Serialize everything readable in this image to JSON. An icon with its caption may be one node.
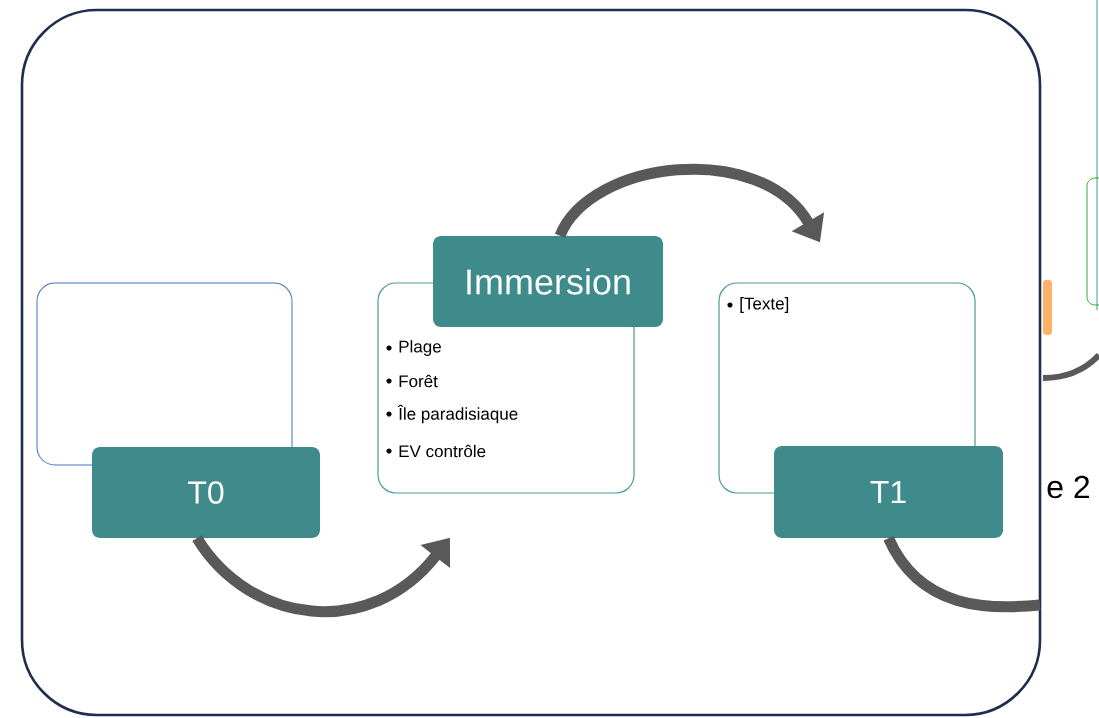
{
  "diagram": {
    "nodes": [
      {
        "text": [],
        "shape": "box"
      },
      {
        "text": [],
        "shape": "box",
        "in": 0
      },
      {
        "text": [
          "T0"
        ],
        "in": 0
      },
      {
        "text": [
          "Plage",
          "Forêt",
          "Île paradisiaque",
          "EV contrôle"
        ],
        "in": 0
      },
      {
        "text": [
          "Immersion"
        ],
        "in": 0
      },
      {
        "text": [
          "[Texte]"
        ],
        "in": 0
      },
      {
        "text": [
          "T1"
        ],
        "in": 0
      }
    ],
    "edges": [
      {
        "from": 2,
        "to": 3,
        "arrow": "to"
      },
      {
        "from": 4,
        "to": 5,
        "arrow": "to"
      },
      {
        "from": 6,
        "to": null,
        "arrow": "none"
      }
    ],
    "labels": [
      "e 2"
    ]
  }
}
